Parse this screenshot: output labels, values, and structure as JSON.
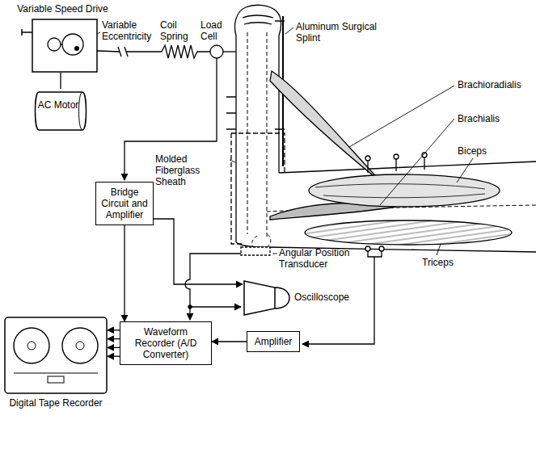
{
  "diagram": {
    "nodes": [
      {
        "text": [
          "Variable Speed Drive"
        ]
      },
      {
        "text": [
          "AC Motor"
        ]
      },
      {
        "text": [
          "Bridge Circuit and Amplifier"
        ]
      },
      {
        "text": [
          "Oscilloscope"
        ]
      },
      {
        "text": [
          "Waveform Recorder (A/D Converter)"
        ]
      },
      {
        "text": [
          "Amplifier"
        ]
      },
      {
        "text": [
          "Digital Tape Recorder"
        ]
      }
    ],
    "edges": [
      {
        "from": 1,
        "to": 0,
        "arrow": "none"
      },
      {
        "from": 2,
        "to": 4,
        "arrow": "to"
      },
      {
        "from": 2,
        "to": 3,
        "arrow": "to"
      },
      {
        "from": 5,
        "to": 4,
        "arrow": "to"
      },
      {
        "from": 4,
        "to": 6,
        "arrow": "to"
      }
    ],
    "labels": [
      "Variable Eccentricity",
      "Coil Spring",
      "Load Cell",
      "Aluminum Surgical Splint",
      "Brachioradialis",
      "Brachialis",
      "Biceps",
      "Triceps",
      "Molded Fiberglass Sheath",
      "Angular Position Transducer"
    ]
  }
}
